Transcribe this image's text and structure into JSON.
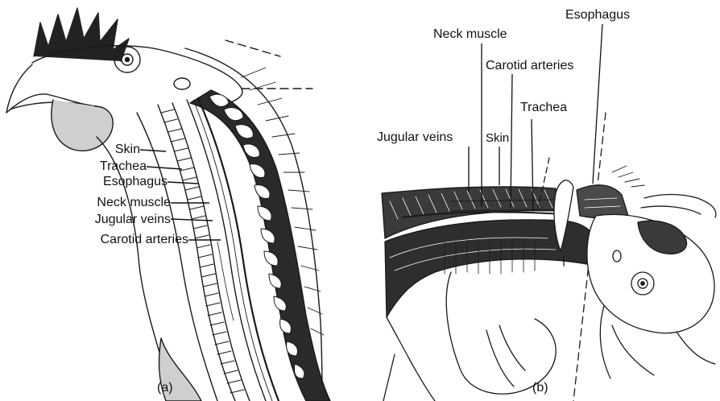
{
  "panel_a": {
    "labels": {
      "skin": "Skin",
      "trachea": "Trachea",
      "esophagus": "Esophagus",
      "neck_muscle": "Neck muscle",
      "jugular_veins": "Jugular veins",
      "carotid_arteries": "Carotid arteries"
    },
    "caption": "(a)"
  },
  "panel_b": {
    "labels": {
      "esophagus": "Esophagus",
      "neck_muscle": "Neck muscle",
      "carotid_arteries": "Carotid arteries",
      "trachea": "Trachea",
      "jugular_veins": "Jugular veins",
      "skin": "Skin"
    },
    "caption": "(b)"
  },
  "ink_color": "#1a1a1a"
}
